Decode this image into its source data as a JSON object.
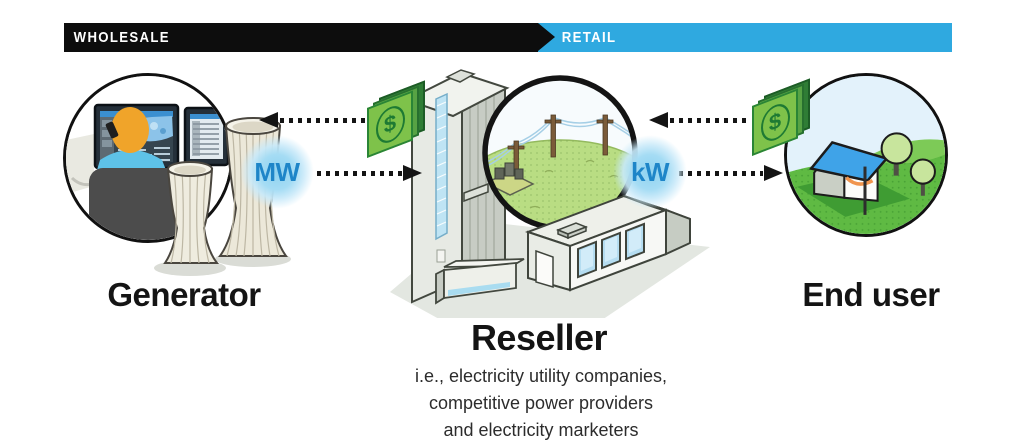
{
  "banner": {
    "wholesale_label": "WHOLESALE",
    "retail_label": "RETAIL"
  },
  "nodes": {
    "generator": {
      "label": "Generator"
    },
    "reseller": {
      "label": "Reseller",
      "description": [
        "i.e., electricity utility companies,",
        "competitive power providers",
        "and electricity marketers"
      ]
    },
    "end_user": {
      "label": "End user"
    }
  },
  "flows": {
    "wholesale_unit_label": "MW",
    "retail_unit_label": "kW",
    "money_symbol": "$"
  },
  "colors": {
    "wholesale_bar": "#0d0d0d",
    "retail_bar": "#2fa9e0",
    "unit_text_blue": "#1e85c8",
    "unit_glow_blue": "#a5dcf4",
    "money_green": "#7ec24a",
    "money_dark_green": "#1e7a33",
    "grass_green": "#5fba43",
    "lens_field_green": "#b9dd83",
    "sky_blue": "#e3f2fb",
    "house_roof_blue": "#3fa3e8",
    "arrow_black": "#141414"
  }
}
